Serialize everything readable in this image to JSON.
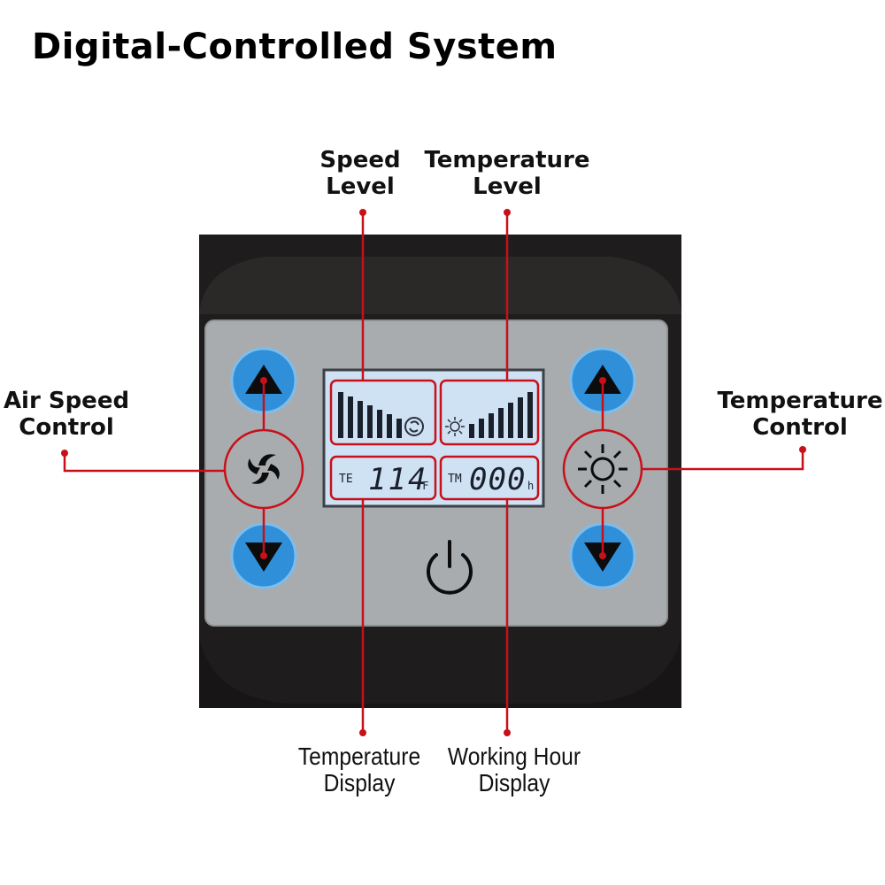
{
  "title": "Digital-Controlled System",
  "callouts": {
    "speed_level": [
      "Speed",
      "Level"
    ],
    "temperature_level": [
      "Temperature",
      "Level"
    ],
    "air_speed_control": [
      "Air Speed",
      "Control"
    ],
    "temperature_control": [
      "Temperature",
      "Control"
    ],
    "temperature_display": [
      "Temperature",
      "Display"
    ],
    "working_hour_display": [
      "Working Hour",
      "Display"
    ]
  },
  "lcd": {
    "temp_prefix": "TE",
    "temp_value": "114",
    "temp_unit": "°F",
    "hour_prefix": "TM",
    "hour_value": "000",
    "hour_unit": "h",
    "speed_bars_lit": 7,
    "temp_bars_lit": 7
  },
  "icons": {
    "air_up": "triangle-up-icon",
    "air_down": "triangle-down-icon",
    "fan": "fan-icon",
    "sun": "sun-icon",
    "power": "power-icon"
  },
  "colors": {
    "callout_line": "#c8101a",
    "button_blue": "#2f8fd8",
    "panel_gray": "#a9acaf",
    "lcd_blue": "#cfe2f4",
    "body_dark": "#1e1c1c"
  }
}
